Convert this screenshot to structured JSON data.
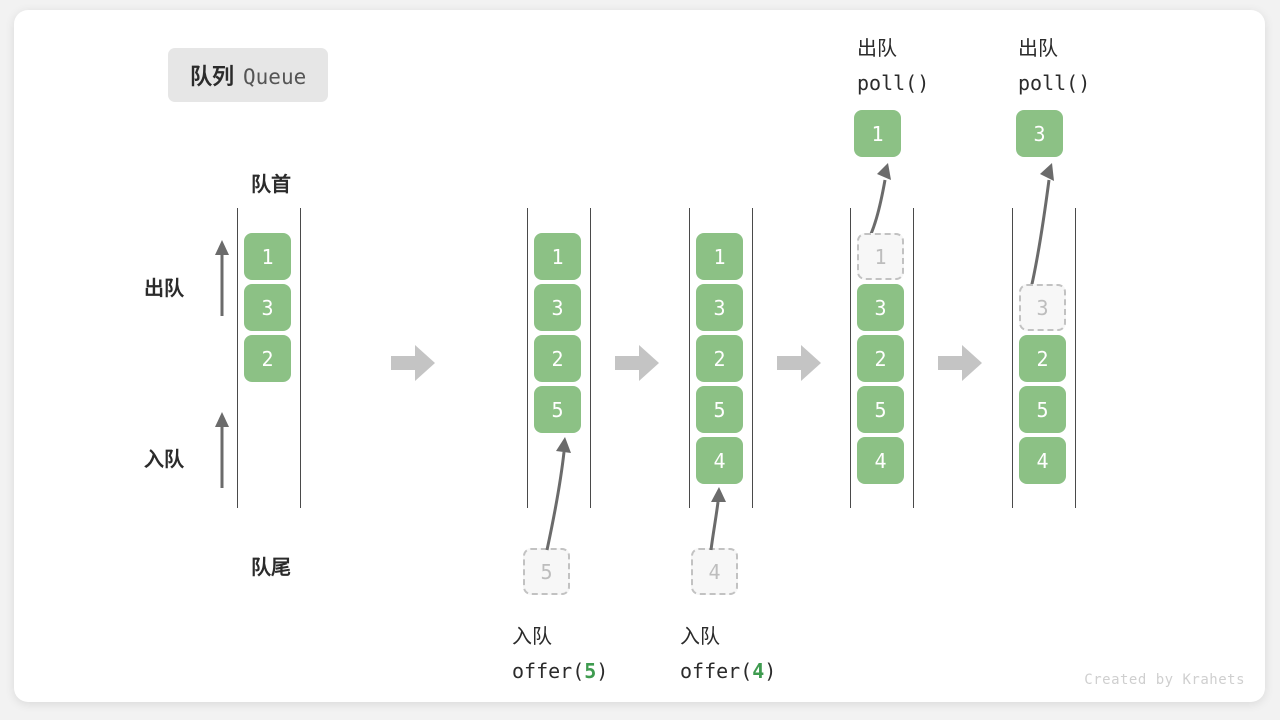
{
  "title": {
    "cn": "队列",
    "en": "Queue"
  },
  "labels": {
    "head": "队首",
    "tail": "队尾",
    "dequeue_side": "出队",
    "enqueue_side": "入队"
  },
  "credit": "Created by Krahets",
  "colors": {
    "box_fill": "#8cc185",
    "box_text": "#ffffff",
    "ghost_fill": "#f7f7f7",
    "ghost_border": "#c2c2c2",
    "ghost_text": "#bdbdbd",
    "rail": "#4a4a4a",
    "step_arrow": "#c4c4c4",
    "accent_green": "#3e9b4f",
    "text": "#2b2b2b",
    "pill_bg": "#e6e6e6",
    "card_bg": "#ffffff",
    "page_bg": "#f2f2f2"
  },
  "steps": [
    {
      "id": "initial",
      "items": [
        "1",
        "3",
        "2"
      ],
      "ghost_index": null,
      "ghost_value": null,
      "incoming": null,
      "outgoing": null,
      "op_title": null,
      "caption": null
    },
    {
      "id": "offer-5",
      "items": [
        "1",
        "3",
        "2",
        "5"
      ],
      "ghost_index": null,
      "ghost_value": null,
      "incoming": "5",
      "outgoing": null,
      "op_title": null,
      "caption": {
        "l1": "入队",
        "fn": "offer(",
        "arg": "5",
        "close": ")"
      }
    },
    {
      "id": "offer-4",
      "items": [
        "1",
        "3",
        "2",
        "5",
        "4"
      ],
      "ghost_index": null,
      "ghost_value": null,
      "incoming": "4",
      "outgoing": null,
      "op_title": null,
      "caption": {
        "l1": "入队",
        "fn": "offer(",
        "arg": "4",
        "close": ")"
      }
    },
    {
      "id": "poll-1",
      "items": [
        "1",
        "3",
        "2",
        "5",
        "4"
      ],
      "ghost_index": 0,
      "ghost_value": "1",
      "incoming": null,
      "outgoing": "1",
      "op_title": {
        "l1": "出队",
        "l2": "poll()"
      },
      "caption": null
    },
    {
      "id": "poll-3",
      "items": [
        "3",
        "2",
        "5",
        "4"
      ],
      "ghost_index": 0,
      "ghost_value": "3",
      "incoming": null,
      "outgoing": "3",
      "op_title": {
        "l1": "出队",
        "l2": "poll()"
      },
      "caption": null
    }
  ],
  "step_arrows": [
    {
      "name": "step-arrow-1"
    },
    {
      "name": "step-arrow-2"
    },
    {
      "name": "step-arrow-3"
    },
    {
      "name": "step-arrow-4"
    }
  ]
}
